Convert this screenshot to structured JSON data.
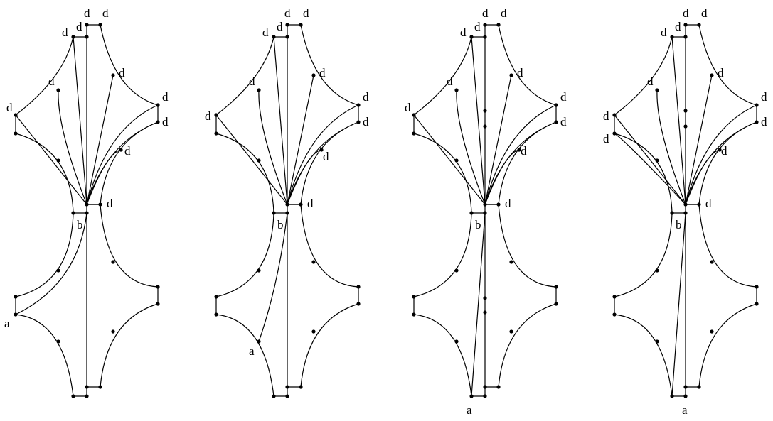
{
  "panels": [
    {
      "label_b": "b",
      "label_a": "a",
      "labels_d": [
        "d",
        "d",
        "d",
        "d",
        "d",
        "d",
        "d",
        "d",
        "d",
        "d",
        "d"
      ]
    },
    {
      "label_b": "b",
      "label_a": "a",
      "labels_d": [
        "d",
        "d",
        "d",
        "d",
        "d",
        "d",
        "d",
        "d",
        "d",
        "d",
        "d"
      ]
    },
    {
      "label_b": "b",
      "label_a": "a",
      "labels_d": [
        "d",
        "d",
        "d",
        "d",
        "d",
        "d",
        "d",
        "d",
        "d",
        "d",
        "d"
      ]
    },
    {
      "label_b": "b",
      "label_a": "a",
      "labels_d": [
        "d",
        "d",
        "d",
        "d",
        "d",
        "d",
        "d",
        "d",
        "d",
        "d",
        "d",
        "d"
      ]
    }
  ]
}
